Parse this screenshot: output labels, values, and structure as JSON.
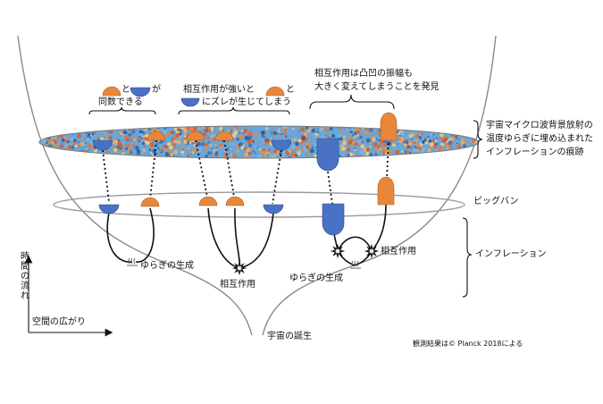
{
  "labels": {
    "pair_equal_mid": "と",
    "pair_equal_end": "が",
    "pair_equal_line2": "同数できる",
    "strong_line1_a": "相互作用が強いと",
    "strong_line1_b": "と",
    "strong_line2": "にズレが生じてしまう",
    "discovery_line1": "相互作用は凸凹の振幅も",
    "discovery_line2": "大きく変えてしまうことを発見",
    "cmb_line1": "宇宙マイクロ波背景放射の",
    "cmb_line2": "温度ゆらぎに埋め込まれた",
    "cmb_line3": "インフレーションの痕跡",
    "big_bang": "ビッグバン",
    "inflation": "インフレーション",
    "fluct_left": "ゆらぎの生成",
    "fluct_right": "ゆらぎの生成",
    "interaction_mid": "相互作用",
    "interaction_right": "相互作用",
    "time_axis": "時間の流れ",
    "space_axis": "空間の広がり",
    "birth": "宇宙の誕生",
    "credit": "観測結果は© Planck 2018による"
  },
  "colors": {
    "orange": "#e8873a",
    "blue": "#4a72c4",
    "line": "#888888",
    "cmb_blue": "#4a8ac8",
    "cmb_orange": "#e88a3a"
  }
}
